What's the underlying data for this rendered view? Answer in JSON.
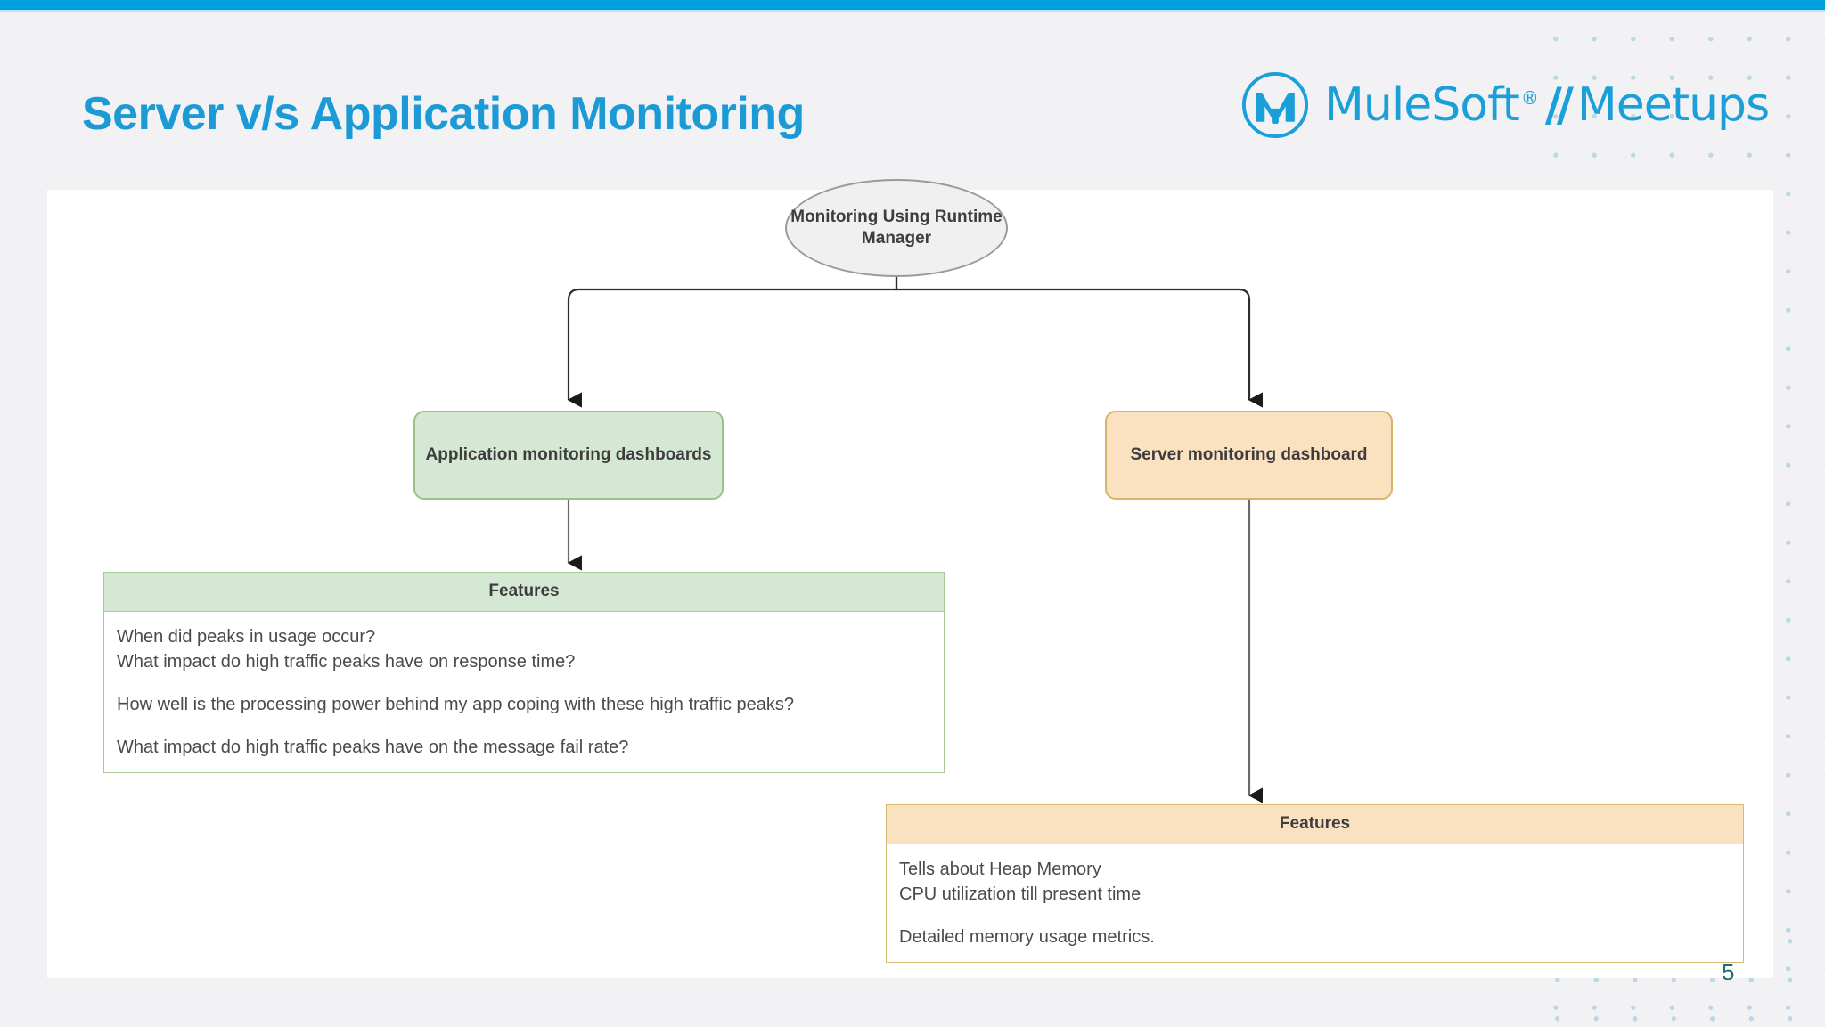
{
  "header": {
    "title": "Server v/s Application Monitoring",
    "brand": {
      "name": "MuleSoft",
      "registered": "®",
      "separator": "//",
      "suffix": "Meetups"
    }
  },
  "colors": {
    "accent_blue": "#00a0df",
    "title_blue": "#1c9ad6",
    "green_fill": "#d5e8d4",
    "green_border": "#9cc184",
    "orange_fill": "#fae1c0",
    "orange_border": "#d6b46a",
    "ellipse_fill": "#f0f0f0",
    "ellipse_border": "#9a9a9a",
    "slide_bg": "#f2f2f4",
    "card_bg": "#ffffff",
    "dot_color": "#bcd8e4"
  },
  "diagram": {
    "root": {
      "label": "Monitoring Using Runtime Manager",
      "shape": "ellipse"
    },
    "branches": [
      {
        "id": "application",
        "label": "Application monitoring dashboards",
        "shape": "rounded-rect",
        "theme": "green",
        "features": {
          "header": "Features",
          "rows": [
            {
              "text": "When did peaks in usage occur?",
              "gap": false
            },
            {
              "text": "What impact do high traffic peaks have on response time?",
              "gap": false
            },
            {
              "text": "How well is the processing power behind my app coping with these high traffic peaks?",
              "gap": true
            },
            {
              "text": "What impact do high traffic peaks have on the message fail rate?",
              "gap": true
            }
          ]
        }
      },
      {
        "id": "server",
        "label": "Server monitoring dashboard",
        "shape": "rounded-rect",
        "theme": "orange",
        "features": {
          "header": "Features",
          "rows": [
            {
              "text": "Tells about Heap Memory",
              "gap": false
            },
            {
              "text": "CPU utilization till present time",
              "gap": false
            },
            {
              "text": "Detailed memory usage metrics.",
              "gap": true
            }
          ]
        }
      }
    ]
  },
  "footer": {
    "page_number": "5"
  }
}
